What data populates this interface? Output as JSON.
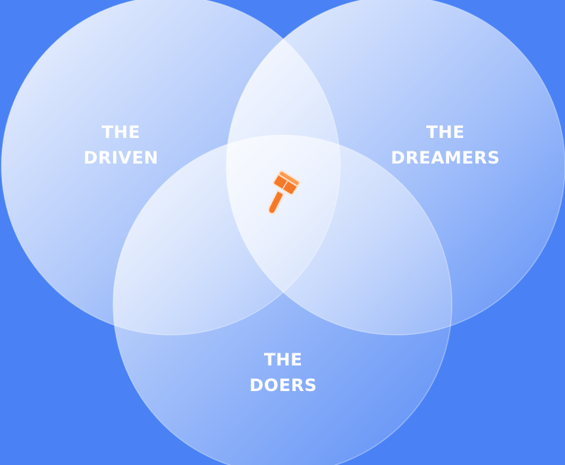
{
  "diagram": {
    "background_color": "#4a82f5",
    "accent_icon": "hammer-icon",
    "accent_color": "#f47a2a",
    "circles": [
      {
        "id": "driven",
        "line1": "THE",
        "line2": "DRIVEN"
      },
      {
        "id": "dreamers",
        "line1": "THE",
        "line2": "DREAMERS"
      },
      {
        "id": "doers",
        "line1": "THE",
        "line2": "DOERS"
      }
    ]
  }
}
